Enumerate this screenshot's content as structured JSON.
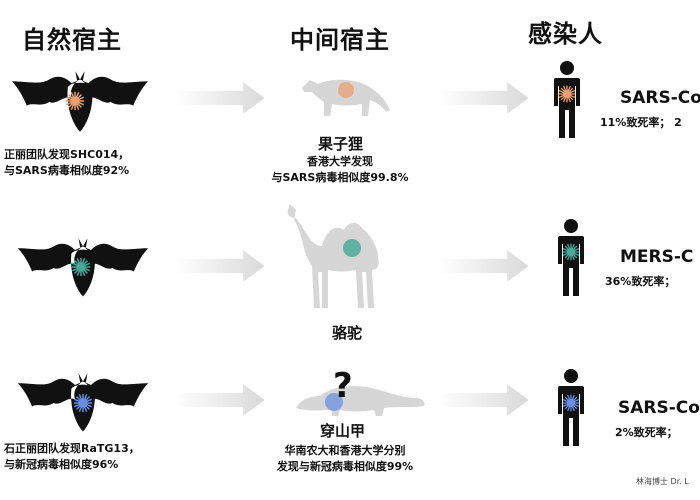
{
  "columns": {
    "natural_host": "自然宿主",
    "intermediate_host": "中间宿主",
    "infected_human": "感染人"
  },
  "rows": [
    {
      "natural_note_line1": "正丽团队发现SHC014，",
      "natural_note_line2": "与SARS病毒相似度92%",
      "intermediate_name": "果子狸",
      "intermediate_note_line1": "香港大学发现",
      "intermediate_note_line2": "与SARS病毒相似度99.8%",
      "virus": "SARS-Co",
      "fatality": "11%致死率；  2",
      "virus_color": "#e8a070"
    },
    {
      "intermediate_name": "骆驼",
      "virus": "MERS-C",
      "fatality": "36%致死率；",
      "virus_color": "#4aaa9a"
    },
    {
      "natural_note_line1": "石正丽团队发现RaTG13，",
      "natural_note_line2": "与新冠病毒相似度96%",
      "intermediate_name": "穿山甲",
      "intermediate_badge": "?",
      "intermediate_note_line1": "华南农大和香港大学分别",
      "intermediate_note_line2": "发现与新冠病毒相似度99%",
      "virus": "SARS-Co",
      "fatality": "2%致死率；",
      "virus_color": "#6a8fe0"
    }
  ],
  "credit": "林海博士 Dr. L",
  "icons": {
    "bat": "bat-icon",
    "human": "person-icon",
    "virus": "virus-icon",
    "arrow": "arrow-right-icon",
    "civet": "civet-icon",
    "camel": "camel-icon",
    "pangolin": "pangolin-icon"
  }
}
